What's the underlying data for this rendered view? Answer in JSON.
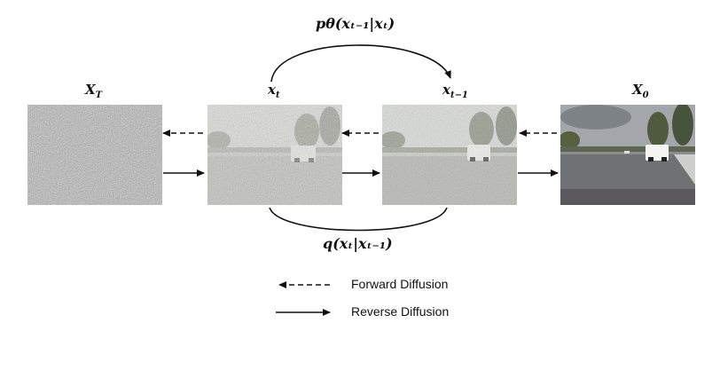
{
  "labels": {
    "x_T": {
      "base": "X",
      "sub": "T"
    },
    "x_t": {
      "base": "x",
      "sub": "t"
    },
    "x_tm1": {
      "base": "x",
      "sub": "t−1"
    },
    "x_0": {
      "base": "X",
      "sub": "0"
    }
  },
  "reverse_formula": "pθ(xₜ₋₁|xₜ)",
  "forward_formula": "q(xₜ|xₜ₋₁)",
  "legend": {
    "forward": "Forward Diffusion",
    "reverse": "Reverse Diffusion"
  },
  "colors": {
    "line": "#111111",
    "noise": "#b8b8b8",
    "sky": "#8c8f92",
    "road": "#7a7b7c"
  }
}
